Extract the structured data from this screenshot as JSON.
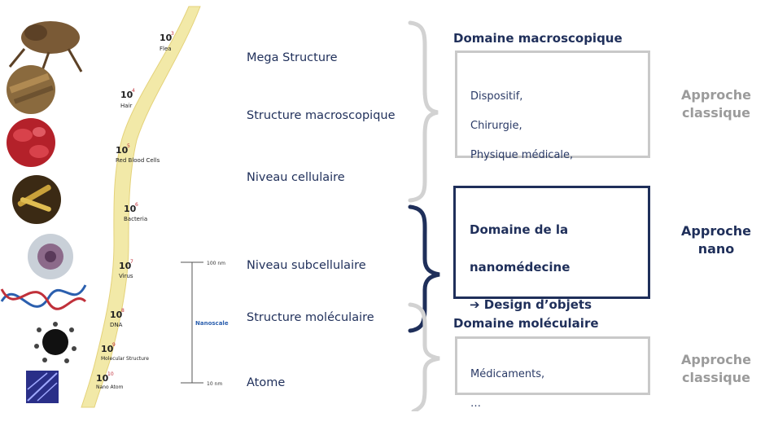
{
  "scale": {
    "entries": [
      {
        "exp": "10",
        "sup": "3",
        "label": "Flea"
      },
      {
        "exp": "10",
        "sup": "4",
        "label": "Hair"
      },
      {
        "exp": "10",
        "sup": "5",
        "label": "Red Blood Cells"
      },
      {
        "exp": "10",
        "sup": "6",
        "label": "Bacteria"
      },
      {
        "exp": "10",
        "sup": "7",
        "label": "Virus"
      },
      {
        "exp": "10",
        "sup": "8",
        "label": "DNA"
      },
      {
        "exp": "10",
        "sup": "9",
        "label": "Molecular Structure"
      },
      {
        "exp": "10",
        "sup": "10",
        "label": "Nano Atom"
      }
    ],
    "nanoscale_label": "Nanoscale",
    "top_tick": "100 nm",
    "bottom_tick": "10 nm"
  },
  "levels": [
    "Mega Structure",
    "Structure macroscopique",
    "Niveau cellulaire",
    "Niveau subcellulaire",
    "Structure moléculaire",
    "Atome"
  ],
  "domains": {
    "macro": {
      "title": "Domaine macroscopique",
      "items": [
        "Dispositif,",
        "Chirurgie,",
        "Physique médicale,",
        "…"
      ]
    },
    "nano": {
      "lines": [
        "Domaine de la",
        "nanomédecine",
        "➔ Design d’objets"
      ]
    },
    "molecular": {
      "title": "Domaine moléculaire",
      "items": [
        "Médicaments,",
        "…"
      ]
    }
  },
  "approaches": {
    "classic_top": [
      "Approche",
      "classique"
    ],
    "nano": [
      "Approche",
      "nano"
    ],
    "classic_bottom": [
      "Approche",
      "classique"
    ]
  },
  "colors": {
    "navy": "#1f2f5a",
    "grey": "#9b9b9b",
    "box_grey": "#c9c9c9",
    "curve": "#f2e9a8"
  }
}
